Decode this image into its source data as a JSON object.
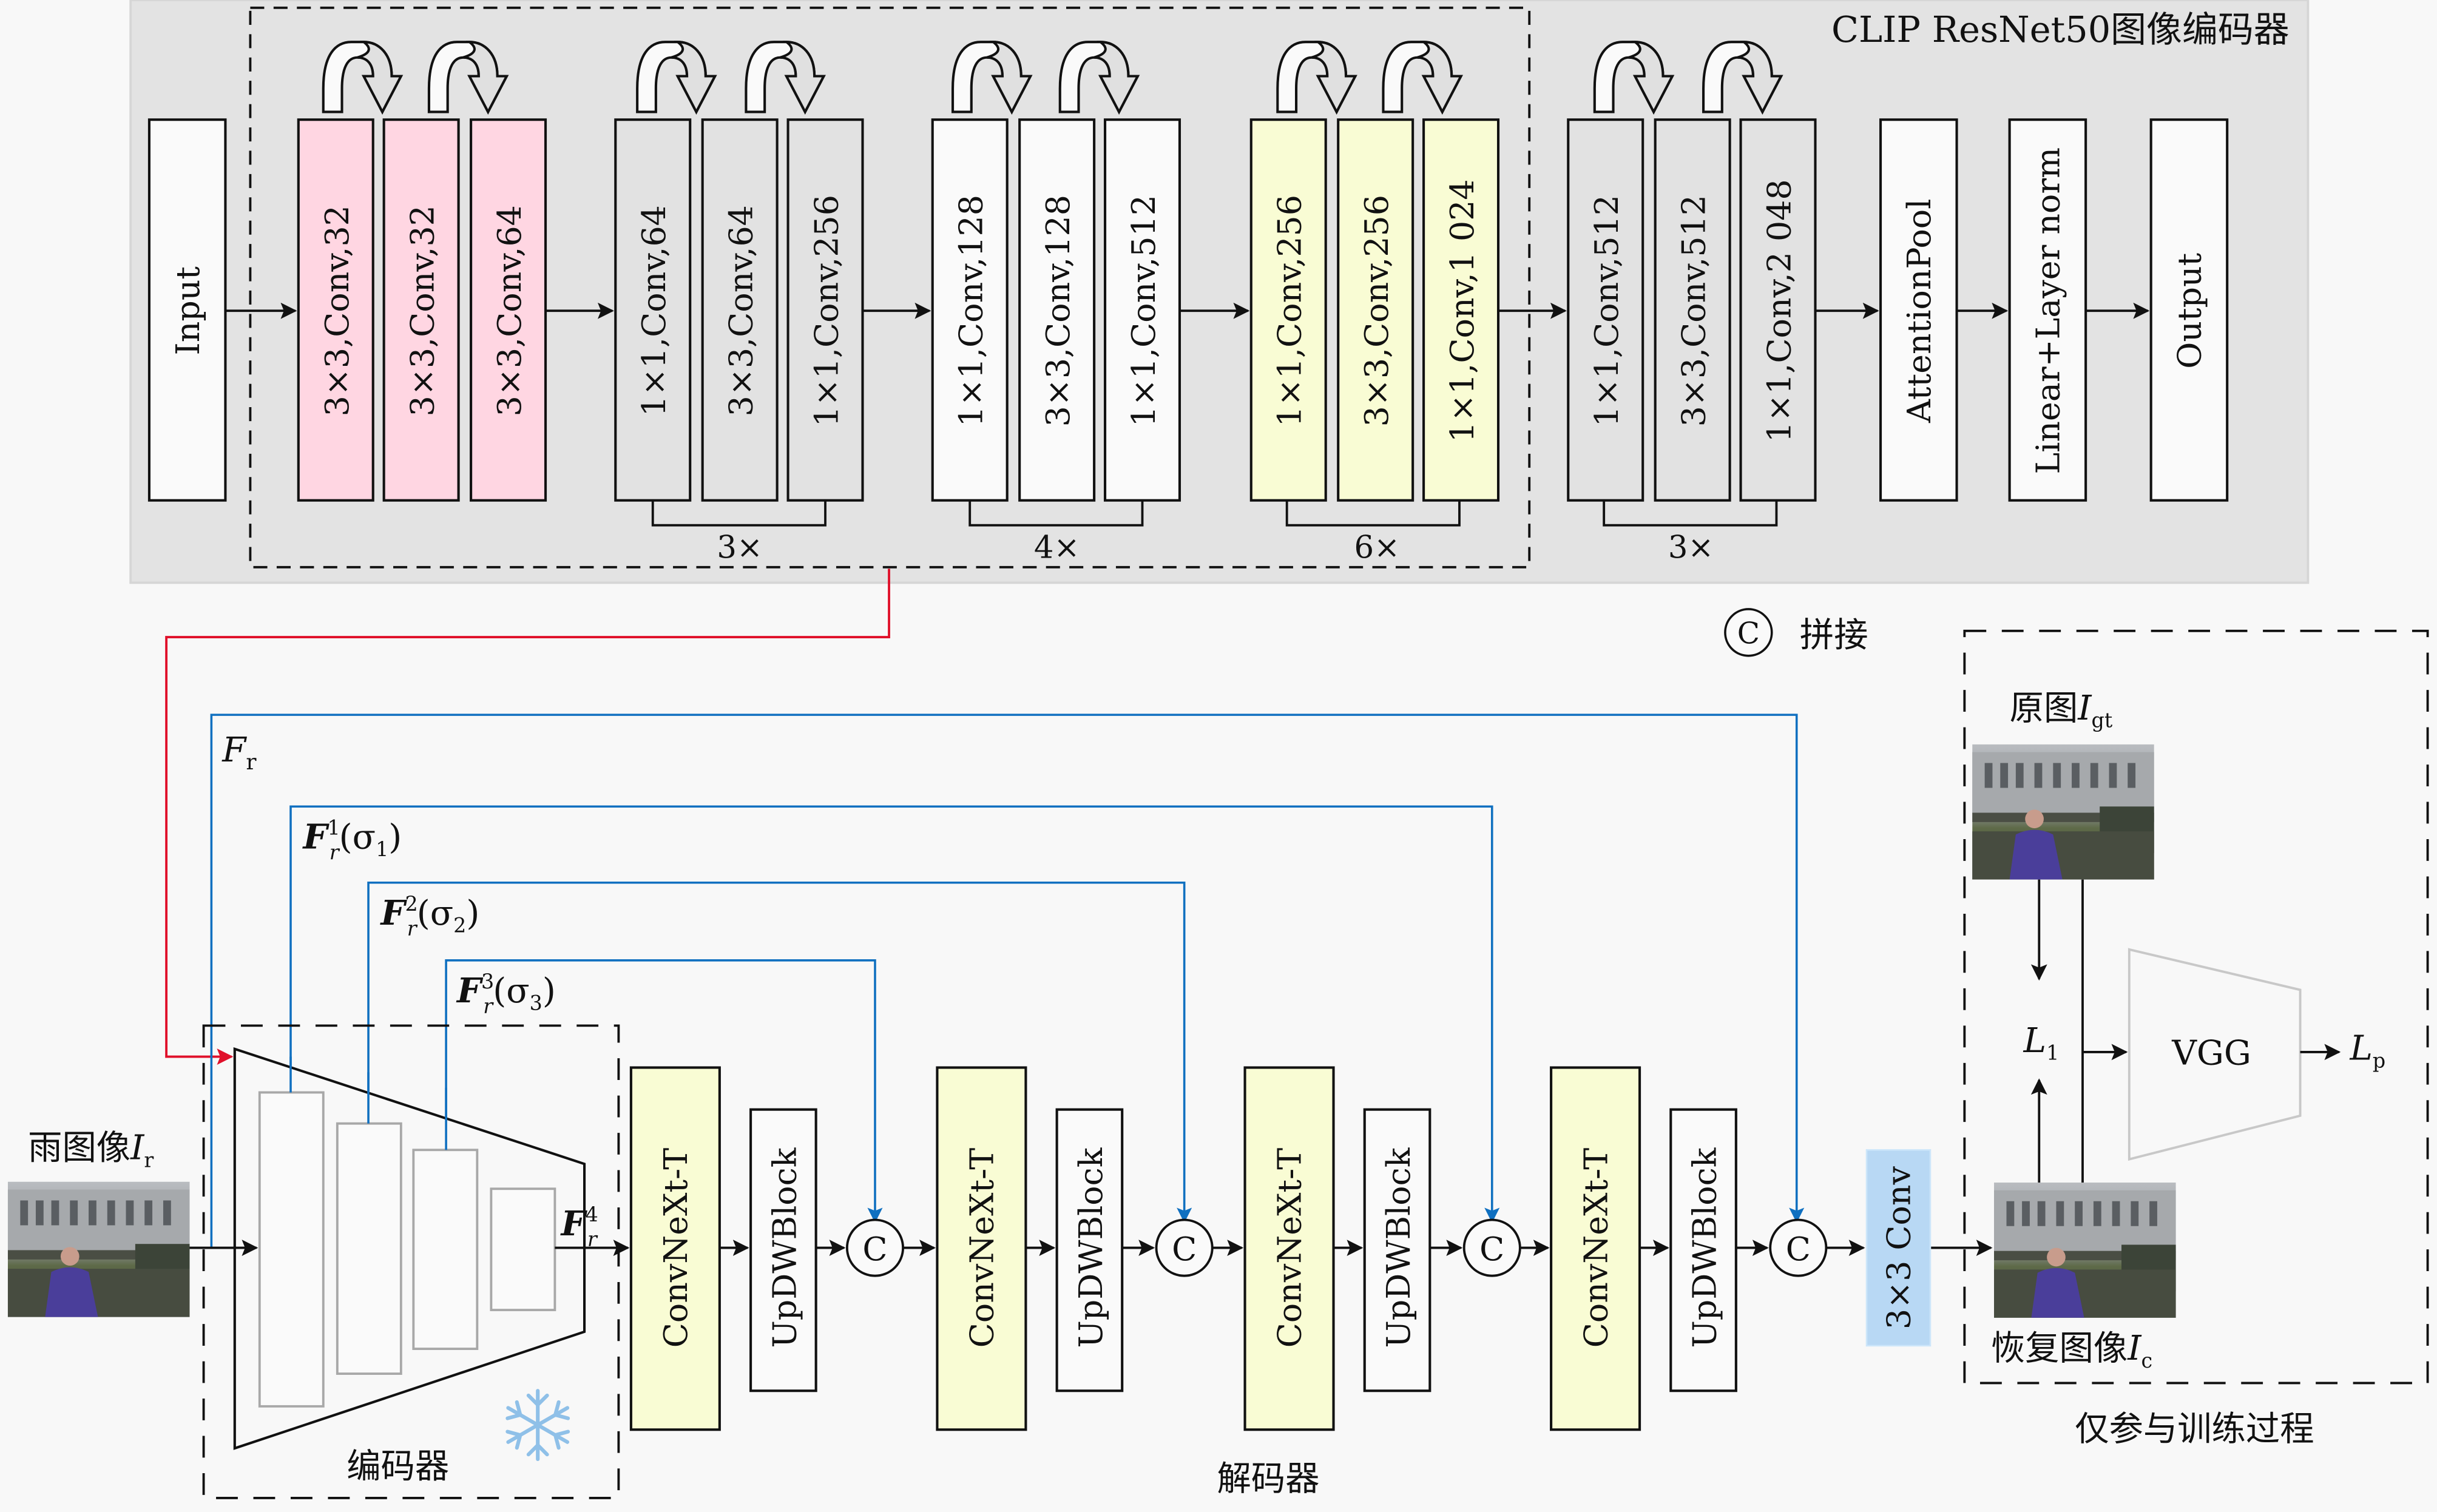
{
  "encoder_panel": {
    "title": "CLIP ResNet50图像编码器",
    "input_label": "Input",
    "stem_blocks": [
      "3×3,Conv,32",
      "3×3,Conv,32",
      "3×3,Conv,64"
    ],
    "stages": [
      {
        "blocks": [
          "1×1,Conv,64",
          "3×3,Conv,64",
          "1×1,Conv,256"
        ],
        "repeat": "3×"
      },
      {
        "blocks": [
          "1×1,Conv,128",
          "3×3,Conv,128",
          "1×1,Conv,512"
        ],
        "repeat": "4×"
      },
      {
        "blocks": [
          "1×1,Conv,256",
          "3×3,Conv,256",
          "1×1,Conv,1 024"
        ],
        "repeat": "6×"
      },
      {
        "blocks": [
          "1×1,Conv,512",
          "3×3,Conv,512",
          "1×1,Conv,2 048"
        ],
        "repeat": "3×"
      }
    ],
    "attention_pool": "AttentionPool",
    "linear_norm": "Linear+Layer norm",
    "output_label": "Output"
  },
  "legend": {
    "concat_symbol": "C",
    "concat_label": "拼接"
  },
  "features": {
    "fr": {
      "base": "F",
      "sub": "r"
    },
    "fr1": {
      "base": "F",
      "sup": "1",
      "sub": "r",
      "arg": "(σ",
      "arg_sub": "1",
      "close": ")"
    },
    "fr2": {
      "base": "F",
      "sup": "2",
      "sub": "r",
      "arg": "(σ",
      "arg_sub": "2",
      "close": ")"
    },
    "fr3": {
      "base": "F",
      "sup": "3",
      "sub": "r",
      "arg": "(σ",
      "arg_sub": "3",
      "close": ")"
    },
    "fr4": {
      "base": "F",
      "sup": "4",
      "sub": "r"
    }
  },
  "rain_image": {
    "label": "雨图像",
    "symbol": "I",
    "sub": "r"
  },
  "encoder": {
    "label": "编码器",
    "frozen_icon": "snowflake-icon"
  },
  "decoder": {
    "label": "解码器",
    "stages": [
      {
        "convnext": "ConvNeXt-T",
        "updw": "UpDWBlock",
        "concat": "C"
      },
      {
        "convnext": "ConvNeXt-T",
        "updw": "UpDWBlock",
        "concat": "C"
      },
      {
        "convnext": "ConvNeXt-T",
        "updw": "UpDWBlock",
        "concat": "C"
      },
      {
        "convnext": "ConvNeXt-T",
        "updw": "UpDWBlock",
        "concat": "C"
      }
    ],
    "final_conv": "3×3 Conv"
  },
  "training": {
    "label": "仅参与训练过程",
    "gt_label": "原图",
    "gt_symbol": "I",
    "gt_sub": "gt",
    "restored_label": "恢复图像",
    "restored_symbol": "I",
    "restored_sub": "c",
    "l1": {
      "symbol": "L",
      "sub": "1"
    },
    "vgg": "VGG",
    "lp": {
      "symbol": "L",
      "sub": "p"
    }
  },
  "colors": {
    "stem": "#FFD6E2",
    "stage_gray": "#E2E2E2",
    "stage_white": "#FAFAFA",
    "stage_yellow": "#F9FCD4",
    "panel_gray": "#E3E3E3",
    "skip_blue": "#1070C0",
    "clip_red": "#E0102A",
    "final_conv_blue": "#B8D8F4"
  }
}
